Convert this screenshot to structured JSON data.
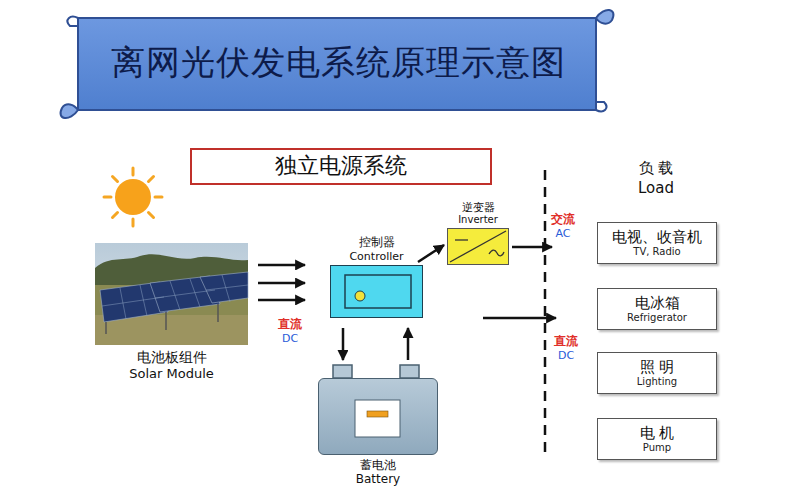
{
  "diagram": {
    "title": "离网光伏发电系统原理示意图",
    "nodes": [
      {
        "text": [
          "独立电源系统"
        ]
      },
      {
        "text": [
          "电池板组件",
          "Solar Module"
        ]
      },
      {
        "text": [
          "控制器",
          "Controller"
        ]
      },
      {
        "text": [
          "逆变器",
          "Inverter"
        ]
      },
      {
        "text": [
          "蓄电池",
          "Battery"
        ]
      },
      {
        "text": [
          "电视、收音机",
          "TV, Radio"
        ]
      },
      {
        "text": [
          "电冰箱",
          "Refrigerator"
        ]
      },
      {
        "text": [
          "照 明",
          "Lighting"
        ]
      },
      {
        "text": [
          "电 机",
          "Pump"
        ]
      }
    ],
    "edges": [
      {
        "from": 1,
        "to": 2,
        "arrow": "to"
      },
      {
        "from": 1,
        "to": 2,
        "arrow": "to"
      },
      {
        "from": 1,
        "to": 2,
        "arrow": "to"
      },
      {
        "from": 2,
        "to": 3,
        "arrow": "to"
      },
      {
        "from": 2,
        "to": 4,
        "arrow": "to"
      },
      {
        "from": 4,
        "to": 2,
        "arrow": "to"
      }
    ],
    "labels": [
      "直流",
      "DC",
      "交流",
      "AC",
      "直流",
      "DC",
      "负 载",
      "Load"
    ]
  }
}
